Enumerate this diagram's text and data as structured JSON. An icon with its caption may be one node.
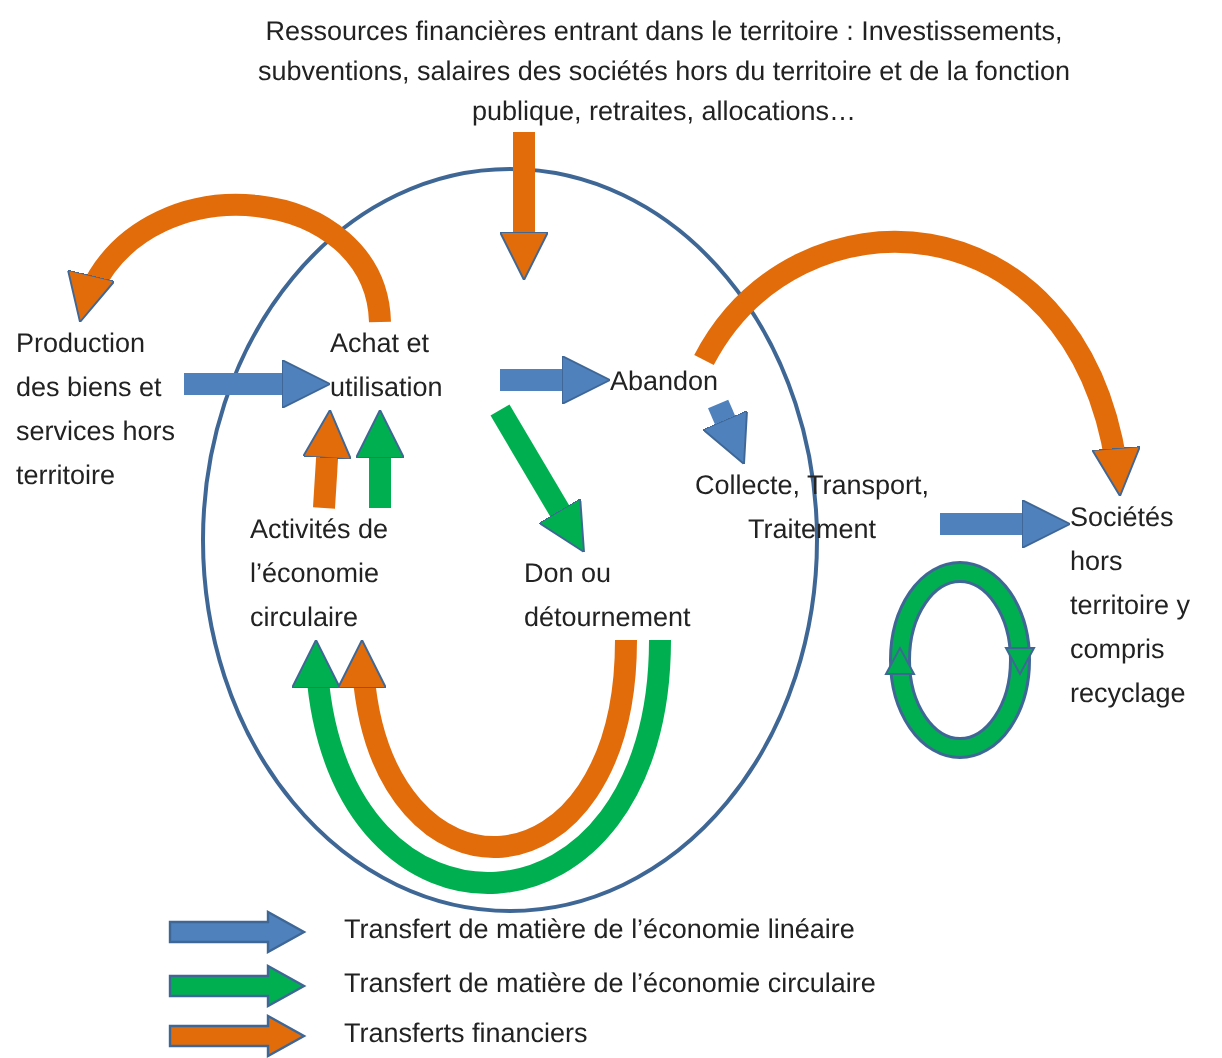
{
  "diagram": {
    "nodes": [
      {
        "text": [
          "Ressources financières entrant dans le territoire : Investissements, subventions, salaires des sociétés hors du territoire et de la fonction publique, retraites, allocations…"
        ]
      },
      {
        "text": [],
        "shape": "circle"
      },
      {
        "text": [
          "Production des biens et services hors territoire"
        ]
      },
      {
        "text": [
          "Achat et utilisation"
        ],
        "in": 1
      },
      {
        "text": [
          "Abandon"
        ],
        "in": 1
      },
      {
        "text": [
          "Collecte, Transport, Traitement"
        ]
      },
      {
        "text": [
          "Activités de l’économie circulaire"
        ],
        "in": 1
      },
      {
        "text": [
          "Don ou détournement"
        ],
        "in": 1
      },
      {
        "text": [
          "Sociétés hors territoire y compris recyclage"
        ]
      }
    ],
    "edges": [
      {
        "from": 0,
        "to": 1,
        "arrow": "to",
        "color": "#e36c0a"
      },
      {
        "from": 3,
        "to": 2,
        "arrow": "to",
        "color": "#e36c0a"
      },
      {
        "from": 2,
        "to": 3,
        "arrow": "to",
        "color": "#4f81bd"
      },
      {
        "from": 3,
        "to": 4,
        "arrow": "to",
        "color": "#4f81bd"
      },
      {
        "from": 4,
        "to": 5,
        "arrow": "to",
        "color": "#4f81bd"
      },
      {
        "from": 3,
        "to": 7,
        "arrow": "to",
        "color": "#00b050"
      },
      {
        "from": 6,
        "to": 3,
        "arrow": "to",
        "color": "#e36c0a"
      },
      {
        "from": 6,
        "to": 3,
        "arrow": "to",
        "color": "#00b050"
      },
      {
        "from": 7,
        "to": 6,
        "arrow": "to",
        "color": "#00b050"
      },
      {
        "from": 7,
        "to": 6,
        "arrow": "to",
        "color": "#e36c0a"
      },
      {
        "from": 4,
        "to": 8,
        "arrow": "to",
        "color": "#e36c0a"
      },
      {
        "from": 5,
        "to": 8,
        "arrow": "to",
        "color": "#4f81bd"
      }
    ],
    "legend": [
      {
        "text": "Transfert de matière de l’économie linéaire",
        "color": "#4f81bd"
      },
      {
        "text": "Transfert de matière de l’économie circulaire",
        "color": "#00b050"
      },
      {
        "text": "Transferts financiers",
        "color": "#e36c0a"
      }
    ]
  }
}
